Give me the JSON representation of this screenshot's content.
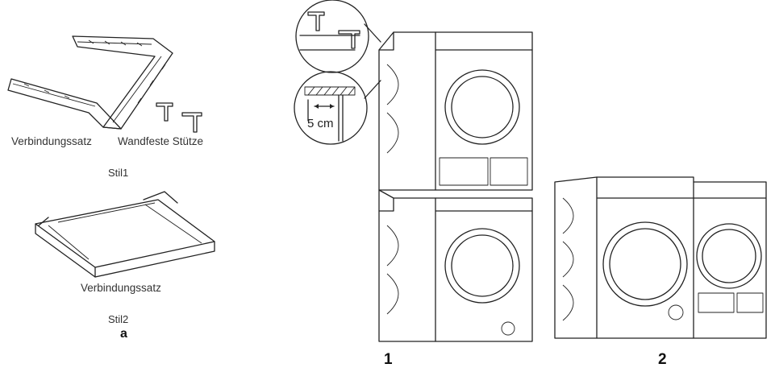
{
  "labels": {
    "connection_kit_1": "Verbindungssatz",
    "wall_bracket": "Wandfeste Stütze",
    "style1": "Stil1",
    "connection_kit_2": "Verbindungssatz",
    "style2": "Stil2",
    "panel_a": "a",
    "measure": "5 cm",
    "fig1": "1",
    "fig2": "2"
  }
}
